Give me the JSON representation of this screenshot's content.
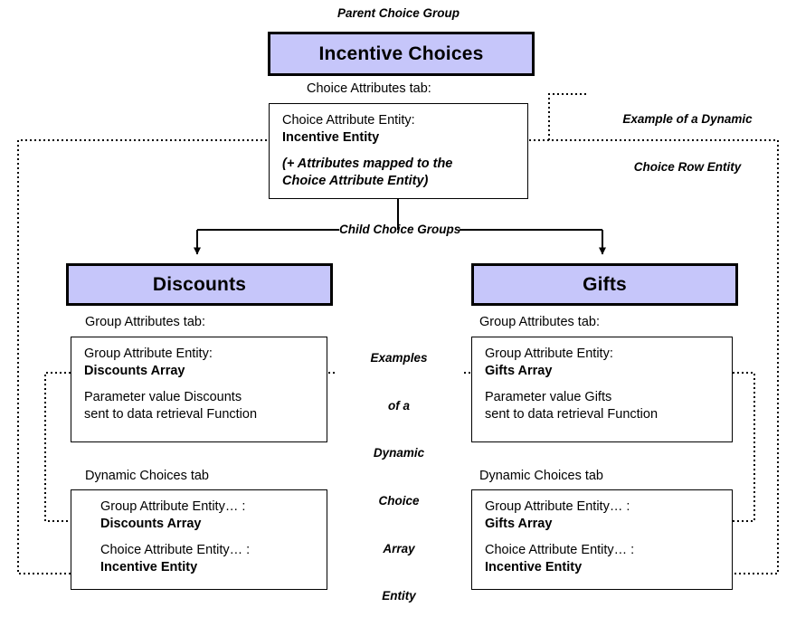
{
  "diagram": {
    "title_note_top": "Parent Choice Group",
    "parent_group": {
      "name": "Incentive Choices",
      "tab_caption": "Choice Attributes tab:",
      "panel": {
        "line1": "Choice Attribute Entity:",
        "line2": "Incentive Entity",
        "line3": "(+ Attributes mapped to the",
        "line4": "Choice Attribute Entity)"
      }
    },
    "note_row_entity": {
      "line1": "Example of a Dynamic",
      "line2": "Choice Row Entity"
    },
    "child_note": "Child Choice Groups",
    "note_array_entity": {
      "line1": "Examples",
      "line2": "of a",
      "line3": "Dynamic",
      "line4": "Choice",
      "line5": "Array",
      "line6": "Entity"
    },
    "children": [
      {
        "name": "Discounts",
        "group_tab_caption": "Group Attributes tab:",
        "group_panel": {
          "line1": "Group Attribute Entity:",
          "line2": "Discounts Array",
          "line3a": "Parameter value ",
          "line3b": "Discounts",
          "line4": "sent to data retrieval Function"
        },
        "dynamic_tab_caption": "Dynamic Choices tab",
        "dynamic_panel": {
          "line1": "Group Attribute Entity… :",
          "line2": "Discounts Array",
          "line3": "Choice Attribute Entity… :",
          "line4": "Incentive Entity"
        }
      },
      {
        "name": "Gifts",
        "group_tab_caption": "Group Attributes tab:",
        "group_panel": {
          "line1": "Group Attribute Entity:",
          "line2": "Gifts Array",
          "line3a": "Parameter value ",
          "line3b": "Gifts",
          "line4": "sent to data retrieval Function"
        },
        "dynamic_tab_caption": "Dynamic Choices tab",
        "dynamic_panel": {
          "line1": "Group Attribute Entity… :",
          "line2": "Gifts Array",
          "line3": "Choice Attribute Entity… :",
          "line4": "Incentive Entity"
        }
      }
    ],
    "colors": {
      "group_fill": "#c6c6fa",
      "stroke": "#000000",
      "background": "#ffffff"
    }
  }
}
